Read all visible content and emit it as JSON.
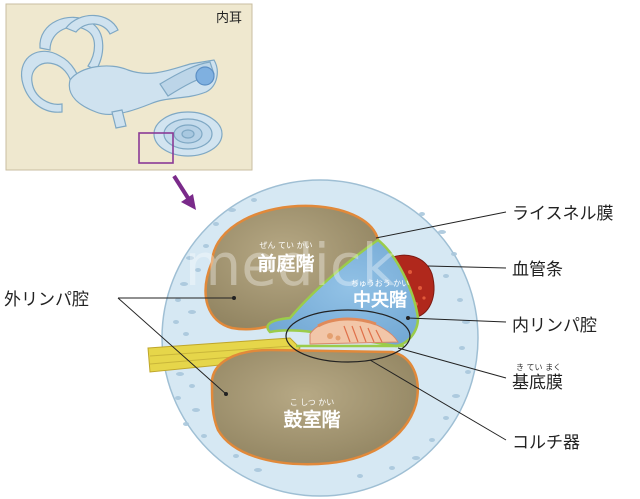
{
  "inset": {
    "title": "内耳"
  },
  "watermark": "medick",
  "inner_labels": {
    "scala_vestibuli": {
      "text": "前庭階",
      "ruby": "ぜん てい かい"
    },
    "scala_media": {
      "text": "中央階",
      "ruby": "ちゅうおう かい"
    },
    "scala_tympani": {
      "text": "鼓室階",
      "ruby": "こ しつ かい"
    }
  },
  "callouts": {
    "reissner": {
      "text": "ライスネル膜"
    },
    "stria": {
      "text": "血管条"
    },
    "endolymph": {
      "text": "内リンパ腔"
    },
    "basilar": {
      "text": "基底膜",
      "ruby": "き てい まく"
    },
    "corti": {
      "text": "コルチ器"
    },
    "perilymph": {
      "text": "外リンパ腔"
    }
  },
  "colors": {
    "inset_bg": "#efe8cf",
    "circle_fill": "#d6e8f3",
    "chamber_fill": "#a89a75",
    "chamber_border": "#e1893a",
    "media_fill": "#7fb3dc",
    "media_border": "#9bcc4a",
    "stria": "#b0281c",
    "nerve": "#e6d64a",
    "arrow": "#7a2a8a"
  }
}
